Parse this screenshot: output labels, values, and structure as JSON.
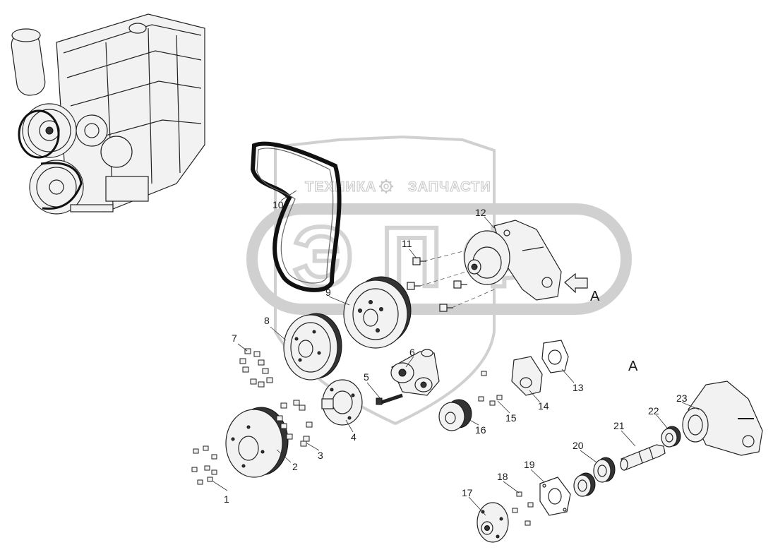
{
  "watermark": {
    "left_word": "ТЕХНИКА",
    "right_word": "ЗАПЧАСТИ",
    "letters": [
      "Э",
      "П",
      "Ф"
    ],
    "color": "#c8c8c8"
  },
  "view_labels": [
    "A",
    "A"
  ],
  "callouts": [
    "1",
    "2",
    "3",
    "4",
    "5",
    "6",
    "7",
    "8",
    "9",
    "10",
    "11",
    "12",
    "13",
    "14",
    "15",
    "16",
    "17",
    "18",
    "19",
    "20",
    "21",
    "22",
    "23"
  ]
}
